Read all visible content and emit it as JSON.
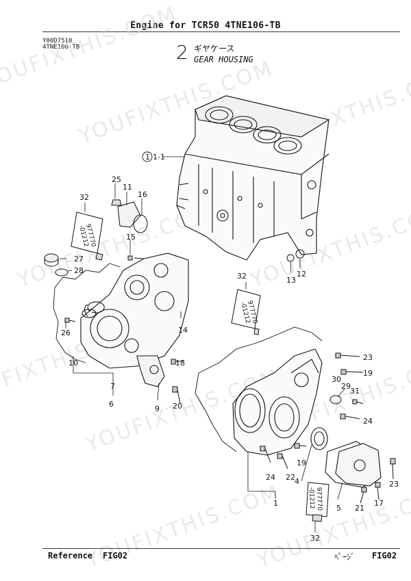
{
  "header": {
    "title": "Engine for TCR50  4TNE106-TB",
    "code_line1": "Y00D7510",
    "code_line2": "4TNE106-TB"
  },
  "section": {
    "number": "2",
    "title_jp": "ギヤケース",
    "title_en": "GEAR HOUSING"
  },
  "watermark": "YOUFIXTHIS.COM",
  "parts": {
    "p1_1": "1-1",
    "p1_circle": "1",
    "p1": "1",
    "p4": "4",
    "p5": "5",
    "p6": "6",
    "p7": "7",
    "p9": "9",
    "p10": "10",
    "p11": "11",
    "p12": "12",
    "p13": "13",
    "p14": "14",
    "p15": "15",
    "p16": "16",
    "p17": "17",
    "p18": "18",
    "p19a": "19",
    "p19b": "19",
    "p20": "20",
    "p21": "21",
    "p22": "22",
    "p23a": "23",
    "p23b": "23",
    "p24a": "24",
    "p24b": "24",
    "p25": "25",
    "p26": "26",
    "p27": "27",
    "p28": "28",
    "p29": "29",
    "p30": "30",
    "p31": "31",
    "p32a": "32",
    "p32b": "32",
    "p32c": "32"
  },
  "sealant_tube": {
    "line1": "977770",
    "line2": "-01212"
  },
  "footer": {
    "reference_label": "Reference",
    "fig_left": "FIG02",
    "page_label": "ﾍﾟｰｼﾞ",
    "fig_right": "FIG02"
  }
}
